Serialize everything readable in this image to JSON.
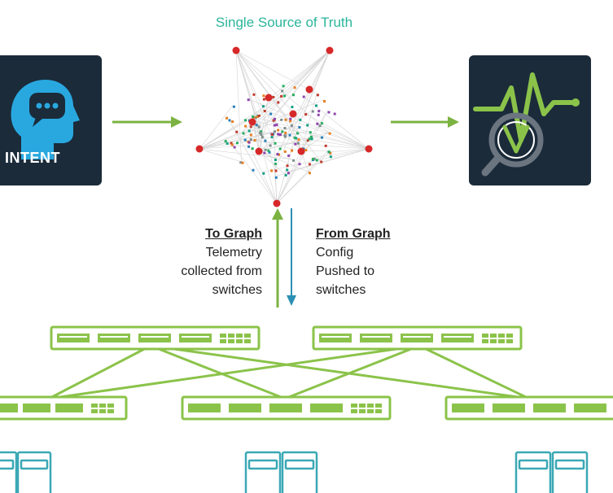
{
  "title": "Single Source of Truth",
  "intent": {
    "label": "INTENT",
    "icon": "head-chat-icon"
  },
  "monitor": {
    "icon": "analytics-magnifier-icon"
  },
  "to_graph": {
    "heading": "To Graph",
    "lines": [
      "Telemetry",
      "collected from",
      "switches"
    ]
  },
  "from_graph": {
    "heading": "From Graph",
    "lines": [
      "Config",
      "Pushed to",
      "switches"
    ]
  },
  "colors": {
    "title": "#2bb59b",
    "switch_green": "#8bc34a",
    "arrow_green": "#7cb342",
    "arrow_blue": "#2b8fb3",
    "dark_panel": "#1b2b3a",
    "icon_blue": "#29a8e0",
    "server_teal": "#3aa8b5"
  }
}
